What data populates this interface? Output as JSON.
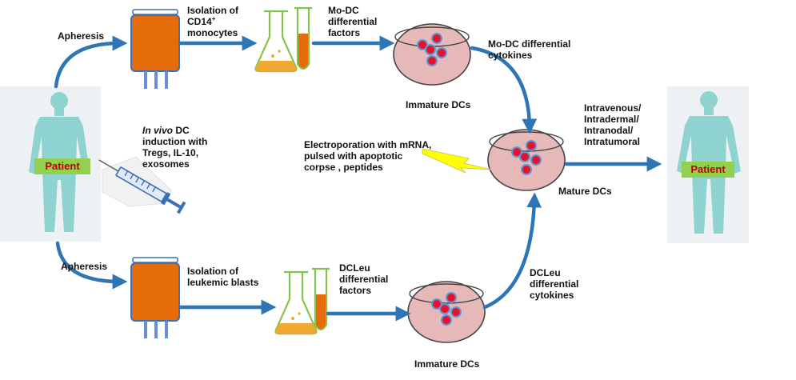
{
  "patient_left": {
    "label": "Patient"
  },
  "patient_right": {
    "label": "Patient"
  },
  "top_branch": {
    "apheresis": "Apheresis",
    "isolation": [
      "Isolation of",
      "CD14",
      "monocytes"
    ],
    "isolation_sup": "+",
    "factors": [
      "Mo-DC",
      "differential",
      "factors"
    ],
    "immature": "Immature DCs",
    "cytokines": [
      "Mo-DC differential",
      "cytokines"
    ]
  },
  "bottom_branch": {
    "apheresis": "Apheresis",
    "isolation": [
      "Isolation of",
      "leukemic blasts"
    ],
    "factors": [
      "DCLeu",
      "differential",
      "factors"
    ],
    "immature": "Immature DCs",
    "cytokines": [
      "DCLeu",
      "differential",
      "cytokines"
    ]
  },
  "in_vivo": {
    "italic": "In vivo",
    "rest_first": " DC",
    "lines": [
      "induction with",
      "Tregs, IL-10,",
      "exosomes"
    ]
  },
  "electroporation": [
    "Electroporation with mRNA,",
    "pulsed with apoptotic",
    "corpse , peptides"
  ],
  "mature": "Mature DCs",
  "routes": [
    "Intravenous/",
    "Intradermal/",
    "Intranodal/",
    "Intratumoral"
  ],
  "colors": {
    "arrow": "#2e75b6",
    "bag": "#e46c0a",
    "dish": "#e6b9b8",
    "cell_red": "#e8102a",
    "cell_ring": "#5b9bd5",
    "figure": "#8fd3d0",
    "patient_bg": "#92d050",
    "patient_text": "#c00000",
    "liquid": "#f0a830",
    "bolt": "#ffff00"
  }
}
